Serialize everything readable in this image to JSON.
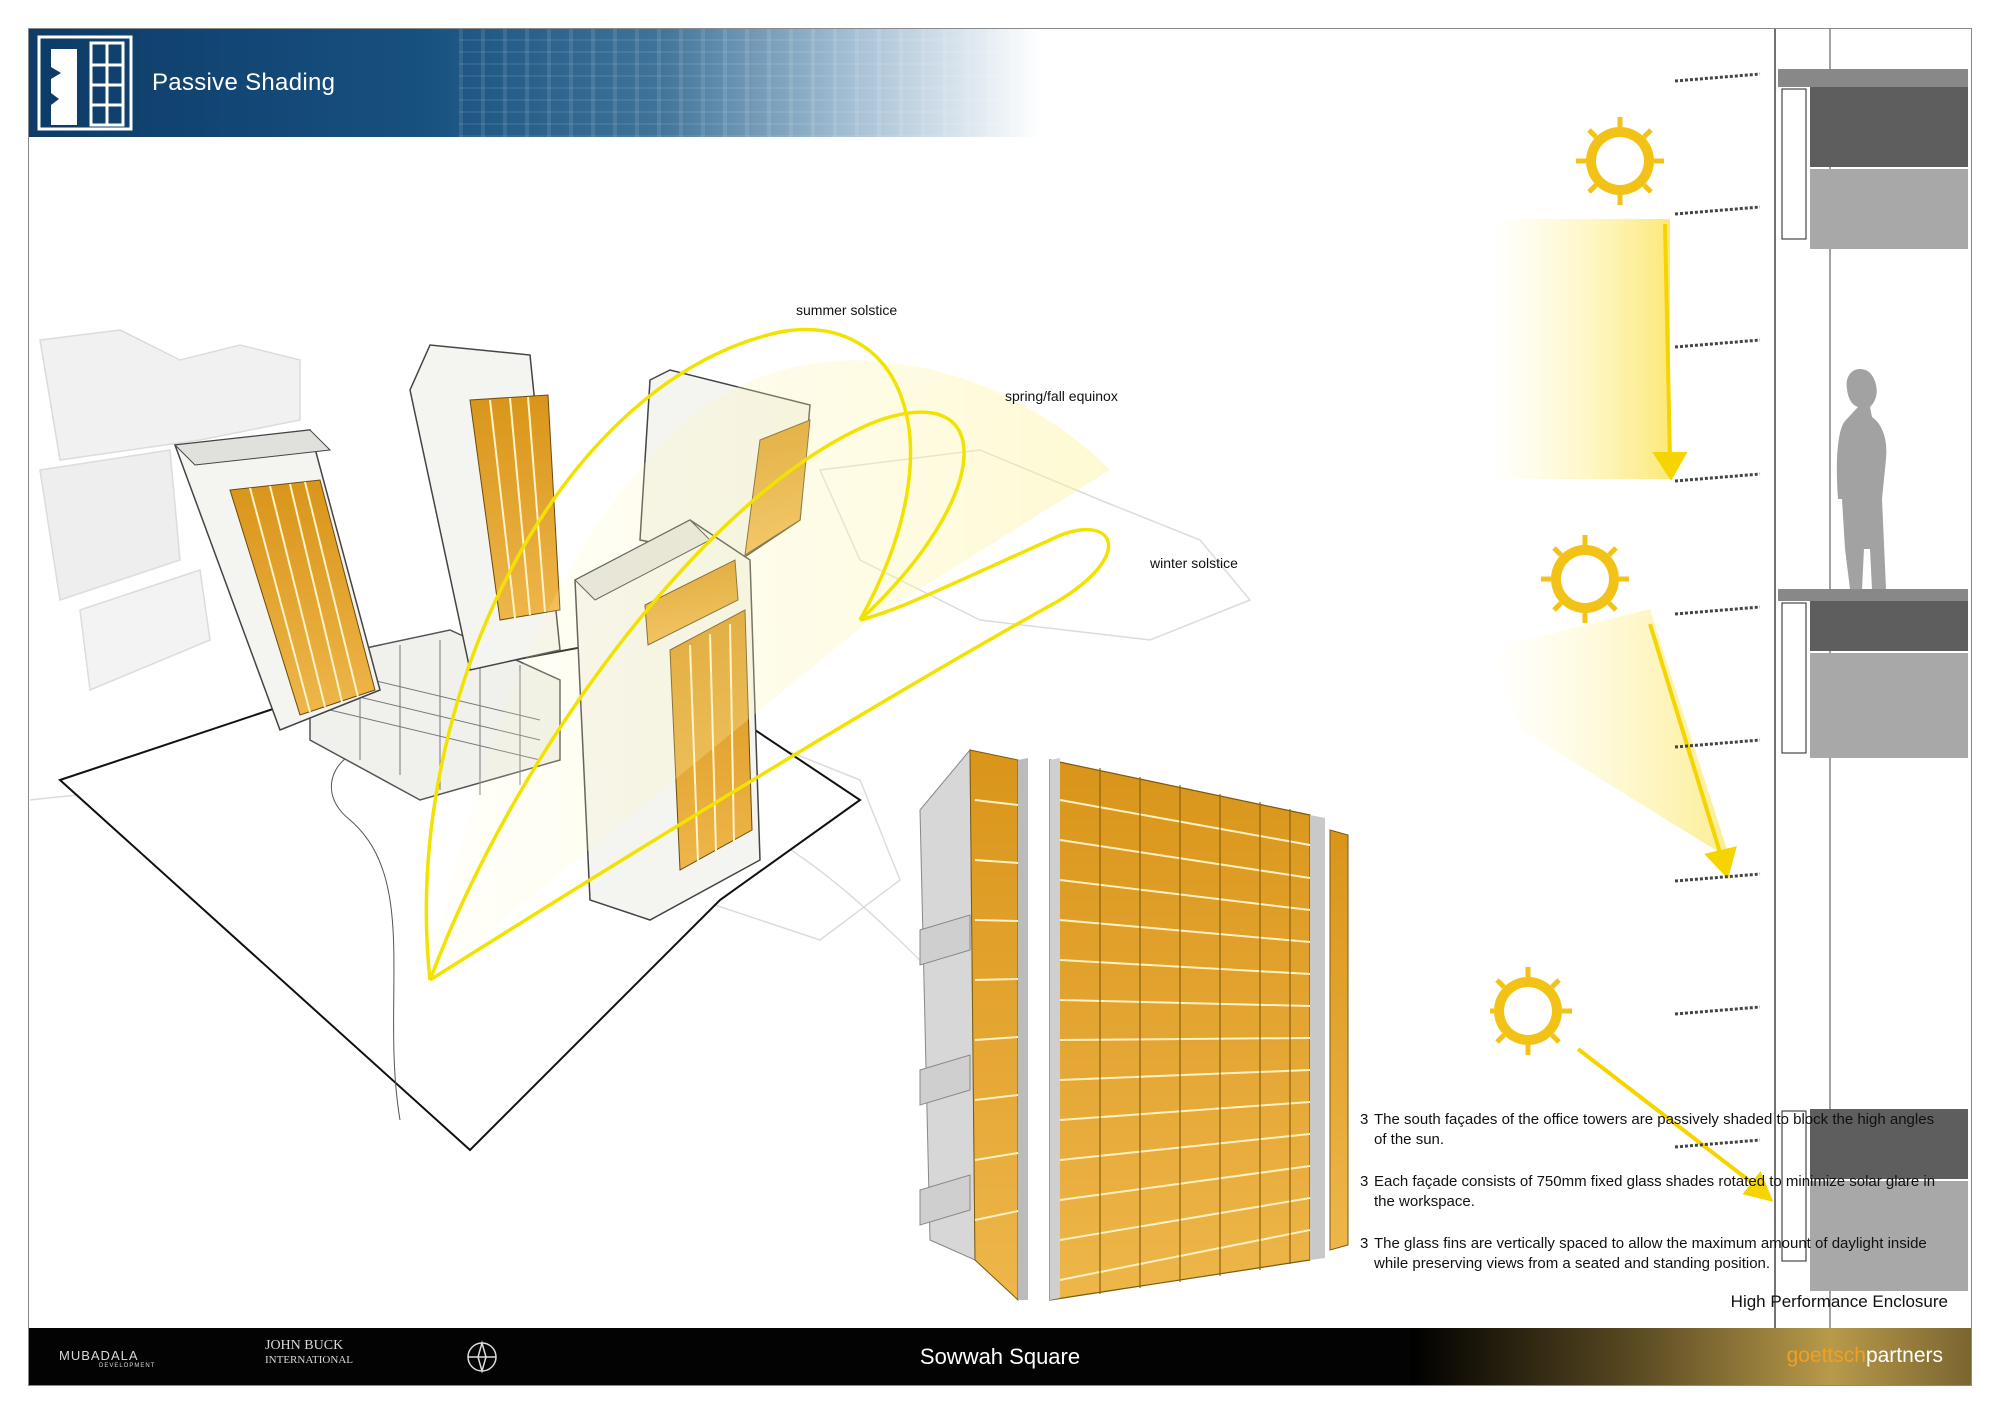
{
  "header": {
    "title": "Passive Shading"
  },
  "diagram": {
    "sun_paths": {
      "summer": "summer solstice",
      "equinox": "spring/fall equinox",
      "winter": "winter solstice"
    }
  },
  "bullets": [
    {
      "marker": "3",
      "text": "The south façades of the office towers are passively shaded to block the high angles of the sun."
    },
    {
      "marker": "3",
      "text": "Each façade consists of 750mm fixed glass shades rotated to minimize solar glare in the workspace."
    },
    {
      "marker": "3",
      "text": "The glass fins are vertically spaced to allow the maximum amount of daylight inside while preserving views from a seated and standing position."
    }
  ],
  "caption": "High Performance Enclosure",
  "footer": {
    "project": "Sowwah Square",
    "firm_part1": "goettsch",
    "firm_part2": "partners",
    "logo_mubadala": "MUBADALA",
    "logo_mubadala_sub": "DEVELOPMENT",
    "logo_johnbuck_1": "JOHN BUCK",
    "logo_johnbuck_2": "INTERNATIONAL"
  },
  "colors": {
    "header_blue": "#0e3b68",
    "sun_yellow": "#f2e200",
    "glass_orange": "#e3a21f",
    "footer_black": "#030303",
    "firm_accent": "#f0a020"
  }
}
